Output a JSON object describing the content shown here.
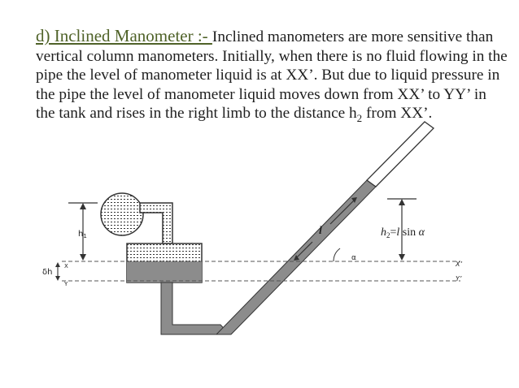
{
  "heading": "d) Inclined Manometer :- ",
  "body_text": "Inclined manometers are more sensitive than vertical column manometers. Initially, when there is no fluid flowing in the pipe the level of manometer liquid is at XX’. But due to liquid pressure in the pipe the level of manometer liquid moves down from XX’ to YY’ in the tank and rises in the right limb to the distance h",
  "body_sub": "2",
  "body_tail": " from XX’.",
  "diagram": {
    "label_h1": "h",
    "label_h1_sub": "1",
    "label_dh": "δh",
    "label_x_left": "X",
    "label_y_left": "Y",
    "label_x_right": "X’",
    "label_y_right": "Y’",
    "label_l": "l",
    "label_alpha": "α",
    "formula_h": "h",
    "formula_h_sub": "2",
    "formula_eq": "=",
    "formula_l": "l",
    "formula_sin": " sin ",
    "formula_alpha": "α",
    "colors": {
      "liquid": "#8c8c8c",
      "outline": "#333333",
      "heading": "#4f6228"
    }
  }
}
